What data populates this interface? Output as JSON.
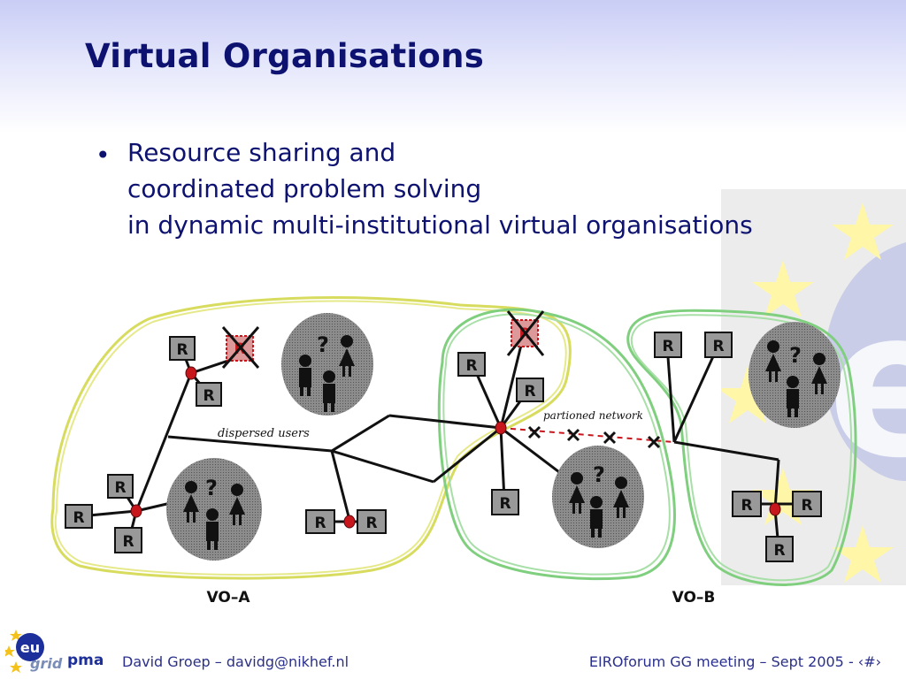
{
  "slide": {
    "title": "Virtual Organisations",
    "bullet_symbol": "•",
    "bullet_lines": [
      "Resource sharing and",
      "coordinated problem solving",
      "in dynamic multi-institutional virtual organisations"
    ]
  },
  "diagram": {
    "resource_label": "R",
    "question_mark": "?",
    "dispersed_users_label": "dispersed users",
    "partitioned_network_label": "partioned network",
    "vo_a_label": "VO–A",
    "vo_b_label": "VO–B",
    "colors": {
      "vo_a_outline": "#d8dc5e",
      "vo_b_outline": "#7fcf7f",
      "node": "#c8161d",
      "resource_fill": "#8a8a8a",
      "user_group_fill": "#9a9a9a",
      "cross": "#b0161d"
    }
  },
  "footer": {
    "author": "David Groep – davidg@nikhef.nl",
    "event": "EIROforum GG meeting – Sept 2005 - ‹#›",
    "logo_eu": "eu",
    "logo_grid": "grid",
    "logo_pma": "pma"
  }
}
